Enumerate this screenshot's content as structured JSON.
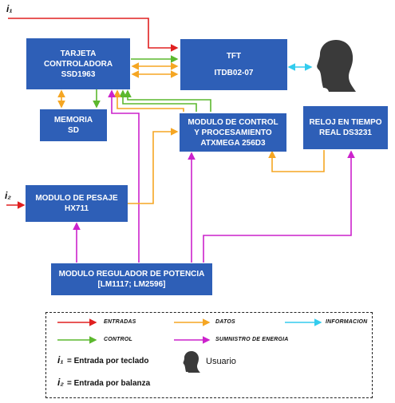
{
  "blocks": {
    "tarjeta": {
      "line1": "TARJETA",
      "line2": "CONTROLADORA",
      "line3": "SSD1963"
    },
    "tft": {
      "line1": "TFT",
      "line2": "ITDB02-07"
    },
    "memoria": {
      "line1": "MEMORIA",
      "line2": "SD"
    },
    "control": {
      "line1": "MODULO DE CONTROL",
      "line2": "Y PROCESAMIENTO",
      "line3": "ATXMEGA 256D3"
    },
    "reloj": {
      "line1": "RELOJ EN TIEMPO",
      "line2": "REAL DS3231"
    },
    "pesaje": {
      "line1": "MODULO DE PESAJE",
      "line2": "HX711"
    },
    "regulador": {
      "line1": "MODULO REGULADOR DE POTENCIA",
      "line2": "[LM1117; LM2596]"
    }
  },
  "inputs": {
    "i1": "i₁",
    "i2": "i₂"
  },
  "legend": {
    "entradas": "ENTRADAS",
    "datos": "DATOS",
    "informacion": "INFORMACION",
    "control": "CONTROL",
    "suministro": "SUMNISTRO DE ENERGIA",
    "i1_symbol": "i₁",
    "i1_desc": "= Entrada por teclado",
    "i2_symbol": "i₂",
    "i2_desc": "= Entrada por balanza",
    "usuario": "Usuario"
  },
  "colors": {
    "block": "#2e5fb7",
    "entradas": "#e02020",
    "datos": "#f5a623",
    "informacion": "#33ccee",
    "control": "#5cb82e",
    "suministro": "#cc22cc"
  },
  "icons": {
    "user": "user-head-silhouette-icon"
  }
}
